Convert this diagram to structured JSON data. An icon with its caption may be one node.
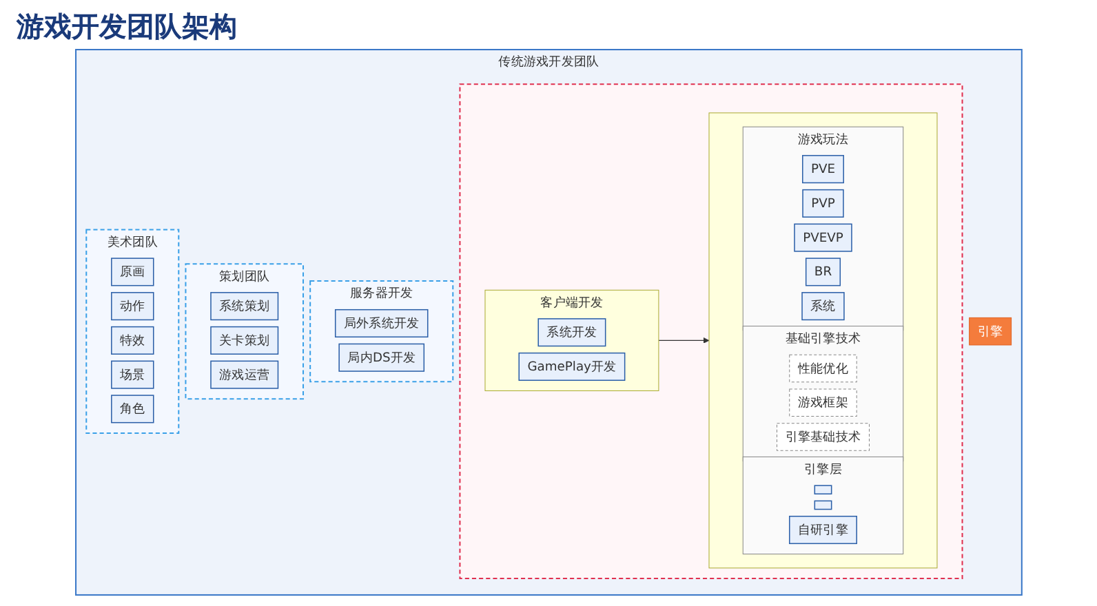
{
  "diagram": {
    "title": "游戏开发团队架构",
    "nodes": [
      {
        "text": [
          "传统游戏开发团队"
        ]
      },
      {
        "text": [
          "美术团队"
        ],
        "in": 0
      },
      {
        "text": [
          "原画"
        ],
        "in": 1
      },
      {
        "text": [
          "动作"
        ],
        "in": 1
      },
      {
        "text": [
          "特效"
        ],
        "in": 1
      },
      {
        "text": [
          "场景"
        ],
        "in": 1
      },
      {
        "text": [
          "角色"
        ],
        "in": 1
      },
      {
        "text": [
          "策划团队"
        ],
        "in": 0
      },
      {
        "text": [
          "系统策划"
        ],
        "in": 7
      },
      {
        "text": [
          "关卡策划"
        ],
        "in": 7
      },
      {
        "text": [
          "游戏运营"
        ],
        "in": 7
      },
      {
        "text": [
          "服务器开发"
        ],
        "in": 0
      },
      {
        "text": [
          "局外系统开发"
        ],
        "in": 11
      },
      {
        "text": [
          "局内DS开发"
        ],
        "in": 11
      },
      {
        "text": [],
        "shape": "box",
        "in": 0
      },
      {
        "text": [
          "客户端开发"
        ],
        "in": 14
      },
      {
        "text": [
          "系统开发"
        ],
        "in": 15
      },
      {
        "text": [
          "GamePlay开发"
        ],
        "in": 15
      },
      {
        "text": [],
        "shape": "box",
        "in": 14
      },
      {
        "text": [
          "游戏玩法"
        ],
        "in": 18
      },
      {
        "text": [
          "PVE"
        ],
        "in": 19
      },
      {
        "text": [
          "PVP"
        ],
        "in": 19
      },
      {
        "text": [
          "PVEVP"
        ],
        "in": 19
      },
      {
        "text": [
          "BR"
        ],
        "in": 19
      },
      {
        "text": [
          "系统"
        ],
        "in": 19
      },
      {
        "text": [
          "基础引擎技术"
        ],
        "in": 18
      },
      {
        "text": [
          "性能优化"
        ],
        "in": 25
      },
      {
        "text": [
          "游戏框架"
        ],
        "in": 25
      },
      {
        "text": [
          "引擎基础技术"
        ],
        "in": 25
      },
      {
        "text": [
          "引擎层"
        ],
        "in": 18
      },
      {
        "text": [],
        "shape": "box",
        "in": 29
      },
      {
        "text": [],
        "shape": "box",
        "in": 29
      },
      {
        "text": [
          "自研引擎"
        ],
        "in": 29
      },
      {
        "text": [
          "引擎"
        ],
        "in": 0
      }
    ],
    "edges": [
      {
        "from": 15,
        "to": 18,
        "arrow": "to"
      }
    ]
  }
}
